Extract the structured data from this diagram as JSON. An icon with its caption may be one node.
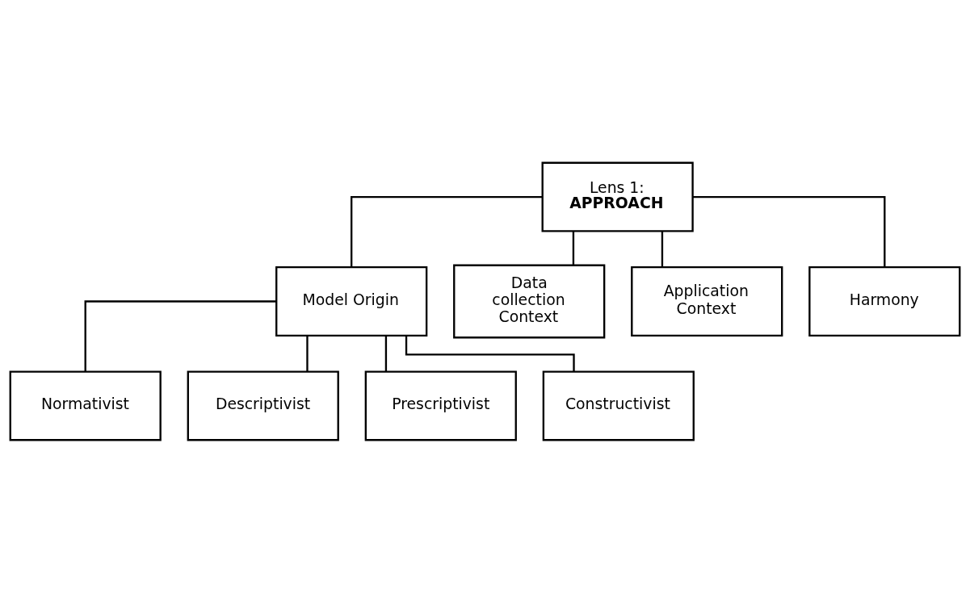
{
  "diagram": {
    "nodes": [
      {
        "text": [
          "Lens 1:",
          "APPROACH"
        ]
      },
      {
        "text": [
          "Model Origin"
        ]
      },
      {
        "text": [
          "Data collection Context"
        ]
      },
      {
        "text": [
          "Application Context"
        ]
      },
      {
        "text": [
          "Harmony"
        ]
      },
      {
        "text": [
          "Normativist"
        ]
      },
      {
        "text": [
          "Descriptivist"
        ]
      },
      {
        "text": [
          "Prescriptivist"
        ]
      },
      {
        "text": [
          "Constructivist"
        ]
      }
    ],
    "edges": [
      {
        "from": 0,
        "to": 1,
        "arrow": "none"
      },
      {
        "from": 0,
        "to": 2,
        "arrow": "none"
      },
      {
        "from": 0,
        "to": 3,
        "arrow": "none"
      },
      {
        "from": 0,
        "to": 4,
        "arrow": "none"
      },
      {
        "from": 1,
        "to": 5,
        "arrow": "none"
      },
      {
        "from": 1,
        "to": 6,
        "arrow": "none"
      },
      {
        "from": 1,
        "to": 7,
        "arrow": "none"
      },
      {
        "from": 1,
        "to": 8,
        "arrow": "none"
      }
    ]
  }
}
